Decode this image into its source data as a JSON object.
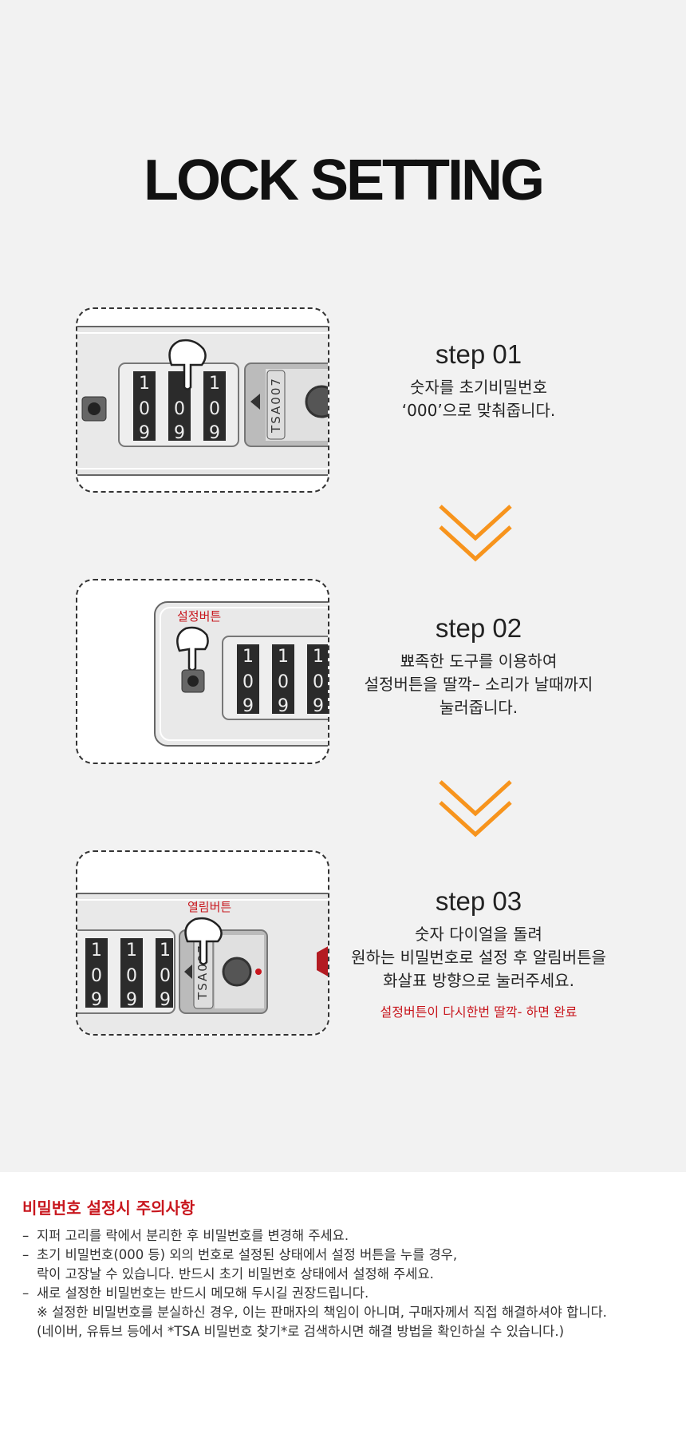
{
  "title": "LOCK SETTING",
  "lock_label": "TSA007",
  "steps": [
    {
      "heading": "step 01",
      "lines": [
        "숫자를 초기비밀번호",
        "‘000’으로 맞춰줍니다."
      ]
    },
    {
      "heading": "step 02",
      "tag": "설정버튼",
      "lines": [
        "뾰족한 도구를 이용하여",
        "설정버튼을 딸깍– 소리가 날때까지",
        "눌러줍니다."
      ]
    },
    {
      "heading": "step 03",
      "tag": "열림버튼",
      "lines": [
        "숫자 다이얼을 돌려",
        "원하는 비밀번호로 설정 후 알림버튼을",
        "화살표 방향으로 눌러주세요."
      ],
      "note": "설정버튼이 다시한번 딸깍- 하면 완료"
    }
  ],
  "dial_digits": [
    "1",
    "0",
    "9"
  ],
  "notes": {
    "title": "비밀번호 설정시 주의사항",
    "items": [
      "지퍼 고리를 락에서 분리한 후 비밀번호를 변경해 주세요.",
      "초기 비밀번호(000 등) 외의 번호로 설정된 상태에서 설정 버튼을 누를 경우,",
      "락이 고장날 수 있습니다. 반드시 초기 비밀번호 상태에서 설정해 주세요.",
      "새로 설정한 비밀번호는 반드시 메모해 두시길 권장드립니다.",
      "※ 설정한 비밀번호를 분실하신 경우, 이는 판매자의 책임이 아니며, 구매자께서 직접 해결하셔야 합니다.",
      "(네이버, 유튜브 등에서 *TSA 비밀번호 찾기*로 검색하시면 해결 방법을 확인하실 수 있습니다.)"
    ]
  },
  "colors": {
    "accent": "#f7941d",
    "red": "#c8161d"
  }
}
